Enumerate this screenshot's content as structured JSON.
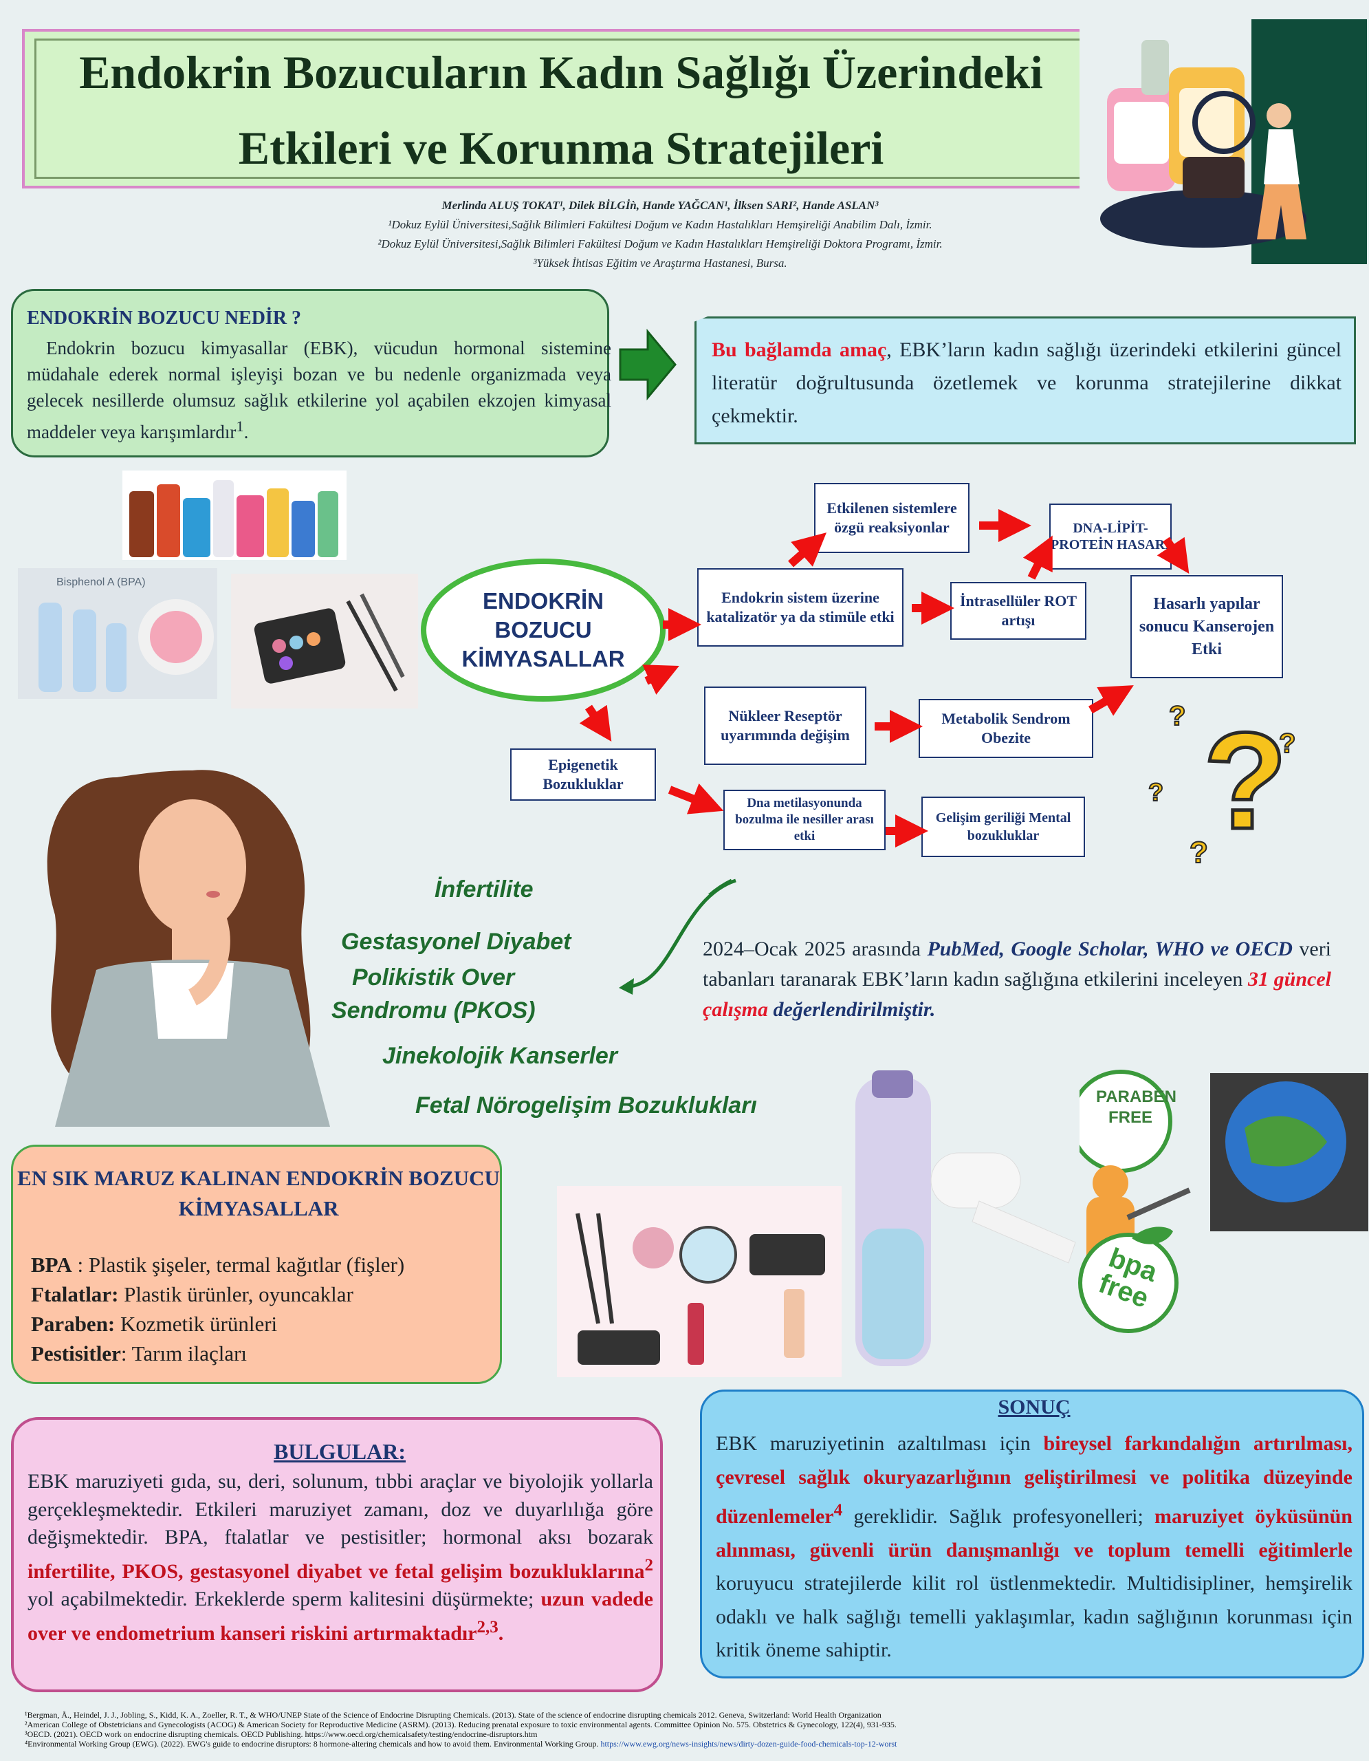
{
  "title": {
    "line1": "Endokrin Bozucuların Kadın Sağlığı Üzerindeki",
    "line2": "Etkileri ve Korunma Stratejileri"
  },
  "authors": {
    "names": "Merlinda ALUŞ TOKAT¹, Dilek BİLGİǹ, Hande YAĞCAN¹, İlksen SARI², Hande ASLAN³",
    "aff1": "¹Dokuz Eylül Üniversitesi,Sağlık Bilimleri Fakültesi Doğum ve Kadın Hastalıkları Hemşireliği Anabilim Dalı, İzmir.",
    "aff2": "²Dokuz Eylül Üniversitesi,Sağlık Bilimleri Fakültesi Doğum ve Kadın Hastalıkları Hemşireliği Doktora Programı, İzmir.",
    "aff3": "³Yüksek İhtisas Eğitim ve Araştırma Hastanesi, Bursa."
  },
  "nedir": {
    "heading": "ENDOKRİN BOZUCU NEDİR ?",
    "text": "Endokrin bozucu kimyasallar (EBK), vücudun hormonal sistemine müdahale ederek normal işleyişi bozan ve bu nedenle organizmada veya gelecek nesillerde olumsuz sağlık etkilerine yol açabilen ekzojen kimyasal maddeler veya karışımlardır",
    "ref": "1"
  },
  "amac": {
    "lead": "Bu bağlamda amaç",
    "text": ", EBK’ların kadın sağlığı üzerindeki etkilerini güncel literatür doğrultusunda özetlemek ve korunma stratejilerine dikkat çekmektir."
  },
  "images": {
    "bpa_label": "Bisphenol A (BPA)"
  },
  "flow": {
    "center": [
      "ENDOKRİN",
      "BOZUCU",
      "KİMYASALLAR"
    ],
    "n1": "Etkilenen sistemlere özgü reaksiyonlar",
    "n2": "DNA-LİPİT-PROTEİN HASARI",
    "n3": "Endokrin sistem üzerine katalizatör ya da stimüle etki",
    "n4": "İntrasellüler ROT artışı",
    "n5": "Hasarlı yapılar sonucu Kanserojen Etki",
    "n6": "Nükleer Reseptör uyarımında değişim",
    "n7": "Metabolik Sendrom Obezite",
    "n8": "Epigenetik Bozukluklar",
    "n9": "Dna metilasyonunda bozulma ile nesiller arası etki",
    "n10": "Gelişim geriliği Mental bozukluklar"
  },
  "diseases": [
    "İnfertilite",
    "Gestasyonel Diyabet",
    "Polikistik Over",
    "Sendromu (PKOS)",
    "Jinekolojik Kanserler",
    "Fetal Nörogelişim Bozuklukları"
  ],
  "review": {
    "p1": "2024–Ocak 2025 arasında ",
    "db": "PubMed, Google Scholar, WHO ve OECD",
    "p2": " veri tabanları taranarak EBK’ların kadın sağlığına etkilerini inceleyen ",
    "count": "31 güncel çalışma",
    "p3": " değerlendirilmiştir."
  },
  "badges": {
    "paraben": [
      "PARABEN",
      "FREE"
    ],
    "bpa": [
      "bpa",
      "free"
    ]
  },
  "maruz": {
    "title": "EN SIK MARUZ KALINAN ENDOKRİN BOZUCU KİMYASALLAR",
    "items": [
      {
        "name": "BPA",
        "sep": " : ",
        "desc": "Plastik şişeler, termal kağıtlar (fişler)"
      },
      {
        "name": "Ftalatlar:",
        "sep": " ",
        "desc": "Plastik ürünler, oyuncaklar"
      },
      {
        "name": "Paraben:",
        "sep": " ",
        "desc": "Kozmetik ürünleri"
      },
      {
        "name": "Pestisitler",
        "sep": ": ",
        "desc": "Tarım ilaçları"
      }
    ]
  },
  "bulgular": {
    "title": "BULGULAR:",
    "t1": "EBK maruziyeti gıda, su, deri, solunum, tıbbi araçlar ve biyolojik yollarla gerçekleşmektedir. Etkileri maruziyet zamanı, doz ve duyarlılığa göre değişmektedir. BPA, ftalatlar ve pestisitler; hormonal aksı bozarak ",
    "r1": "infertilite, PKOS, gestasyonel diyabet ve fetal gelişim bozukluklarına",
    "sup1": "2",
    "t2": " yol açabilmektedir. Erkeklerde sperm kalitesini düşürmekte; ",
    "r2": "uzun vadede over ve endometrium kanseri riskini artırmaktadır",
    "sup2": "2,3",
    "t3": "."
  },
  "sonuc": {
    "title": "SONUÇ",
    "t1": "EBK maruziyetinin azaltılması için ",
    "r1": "bireysel farkındalığın artırılması, çevresel sağlık okuryazarlığının geliştirilmesi ve politika düzeyinde düzenlemeler",
    "sup": "4",
    "t2": " gereklidir. Sağlık profesyonelleri; ",
    "r2": "maruziyet öyküsünün alınması, güvenli ürün danışmanlığı ve toplum temelli eğitimlerle",
    "t3": " koruyucu stratejilerde kilit rol üstlenmektedir. Multidisipliner, hemşirelik odaklı ve halk sağlığı temelli yaklaşımlar, kadın sağlığının korunması için kritik öneme sahiptir."
  },
  "refs": {
    "r1": "¹Bergman, Å., Heindel, J. J., Jobling, S., Kidd, K. A., Zoeller, R. T., & WHO/UNEP State of the Science of Endocrine Disrupting Chemicals. (2013). State of the science of endocrine disrupting chemicals 2012. Geneva, Switzerland: World Health Organization",
    "r2": "²American College of Obstetricians and Gynecologists (ACOG) & American Society for Reproductive Medicine (ASRM). (2013). Reducing prenatal exposure to toxic environmental agents. Committee Opinion No. 575. Obstetrics & Gynecology, 122(4), 931-935.",
    "r3": "³OECD. (2021). OECD work on endocrine disrupting chemicals. OECD Publishing. https://www.oecd.org/chemicalsafety/testing/endocrine-disruptors.htm",
    "r4": "⁴Environmental Working Group (EWG). (2022). EWG's guide to endocrine disruptors: 8 hormone-altering chemicals and how to avoid them. Environmental Working Group. ",
    "r4_link": "https://www.ewg.org/news-insights/news/dirty-dozen-guide-food-chemicals-top-12-worst"
  }
}
